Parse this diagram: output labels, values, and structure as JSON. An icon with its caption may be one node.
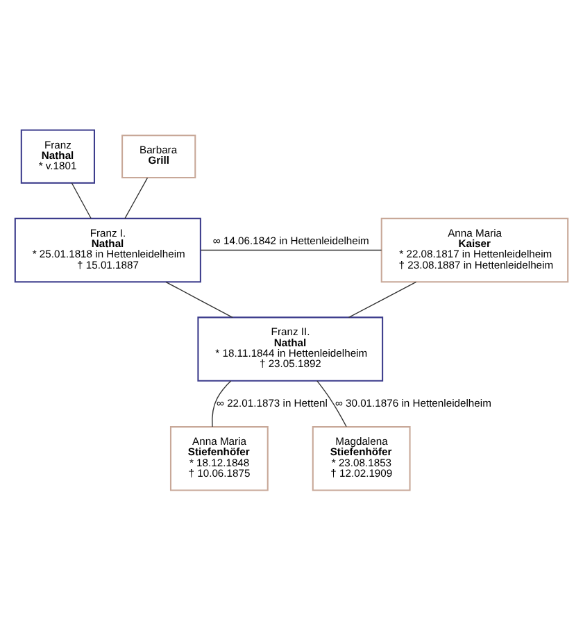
{
  "diagram": {
    "nodes": [
      {
        "text": [
          "Franz",
          "Nathal",
          "* v.1801"
        ]
      },
      {
        "text": [
          "Barbara",
          "Grill"
        ]
      },
      {
        "text": [
          "Franz I.",
          "Nathal",
          "* 25.01.1818 in Hettenleidelheim",
          "† 15.01.1887"
        ]
      },
      {
        "text": [
          "Anna Maria",
          "Kaiser",
          "* 22.08.1817 in Hettenleidelheim",
          "† 23.08.1887 in Hettenleidelheim"
        ]
      },
      {
        "text": [
          "Franz II.",
          "Nathal",
          "* 18.11.1844 in Hettenleidelheim",
          "† 23.05.1892"
        ]
      },
      {
        "text": [
          "Anna Maria",
          "Stiefenhöfer",
          "* 18.12.1848",
          "† 10.06.1875"
        ]
      },
      {
        "text": [
          "Magdalena",
          "Stiefenhöfer",
          "* 23.08.1853",
          "† 12.02.1909"
        ]
      }
    ],
    "edges": [
      {
        "from": 0,
        "to": 2,
        "arrow": "none"
      },
      {
        "from": 1,
        "to": 2,
        "arrow": "none"
      },
      {
        "from": 2,
        "to": 3,
        "arrow": "none",
        "label": "∞ 14.06.1842 in Hettenleidelheim"
      },
      {
        "from": 2,
        "to": 4,
        "arrow": "none"
      },
      {
        "from": 3,
        "to": 4,
        "arrow": "none"
      },
      {
        "from": 4,
        "to": 5,
        "arrow": "none",
        "label": "∞ 22.01.1873 in Hettenl"
      },
      {
        "from": 4,
        "to": 6,
        "arrow": "none",
        "label": "∞ 30.01.1876 in Hettenleidelheim"
      }
    ]
  }
}
